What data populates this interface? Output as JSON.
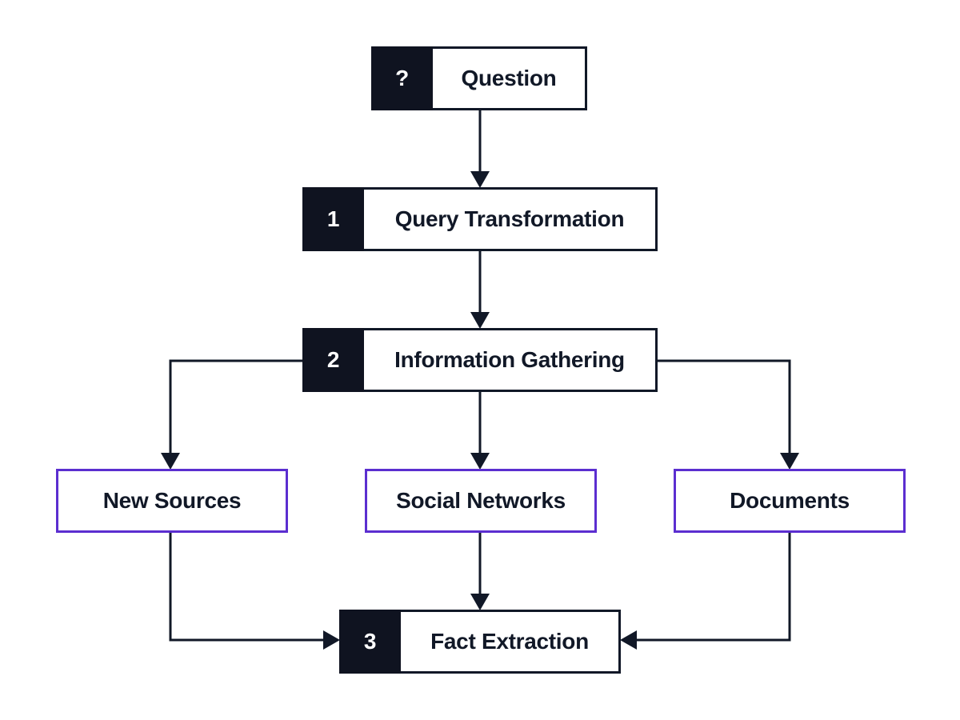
{
  "diagram": {
    "nodes": {
      "question": {
        "badge": "?",
        "label": "Question"
      },
      "query_transformation": {
        "badge": "1",
        "label": "Query Transformation"
      },
      "information_gathering": {
        "badge": "2",
        "label": "Information Gathering"
      },
      "new_sources": {
        "label": "New Sources"
      },
      "social_networks": {
        "label": "Social Networks"
      },
      "documents": {
        "label": "Documents"
      },
      "fact_extraction": {
        "badge": "3",
        "label": "Fact Extraction"
      }
    },
    "colors": {
      "primary_border": "#111827",
      "badge_fill": "#0f1320",
      "source_border": "#5b2ed0",
      "arrow": "#111827"
    },
    "edges": [
      [
        "question",
        "query_transformation"
      ],
      [
        "query_transformation",
        "information_gathering"
      ],
      [
        "information_gathering",
        "new_sources"
      ],
      [
        "information_gathering",
        "social_networks"
      ],
      [
        "information_gathering",
        "documents"
      ],
      [
        "new_sources",
        "fact_extraction"
      ],
      [
        "social_networks",
        "fact_extraction"
      ],
      [
        "documents",
        "fact_extraction"
      ]
    ]
  }
}
